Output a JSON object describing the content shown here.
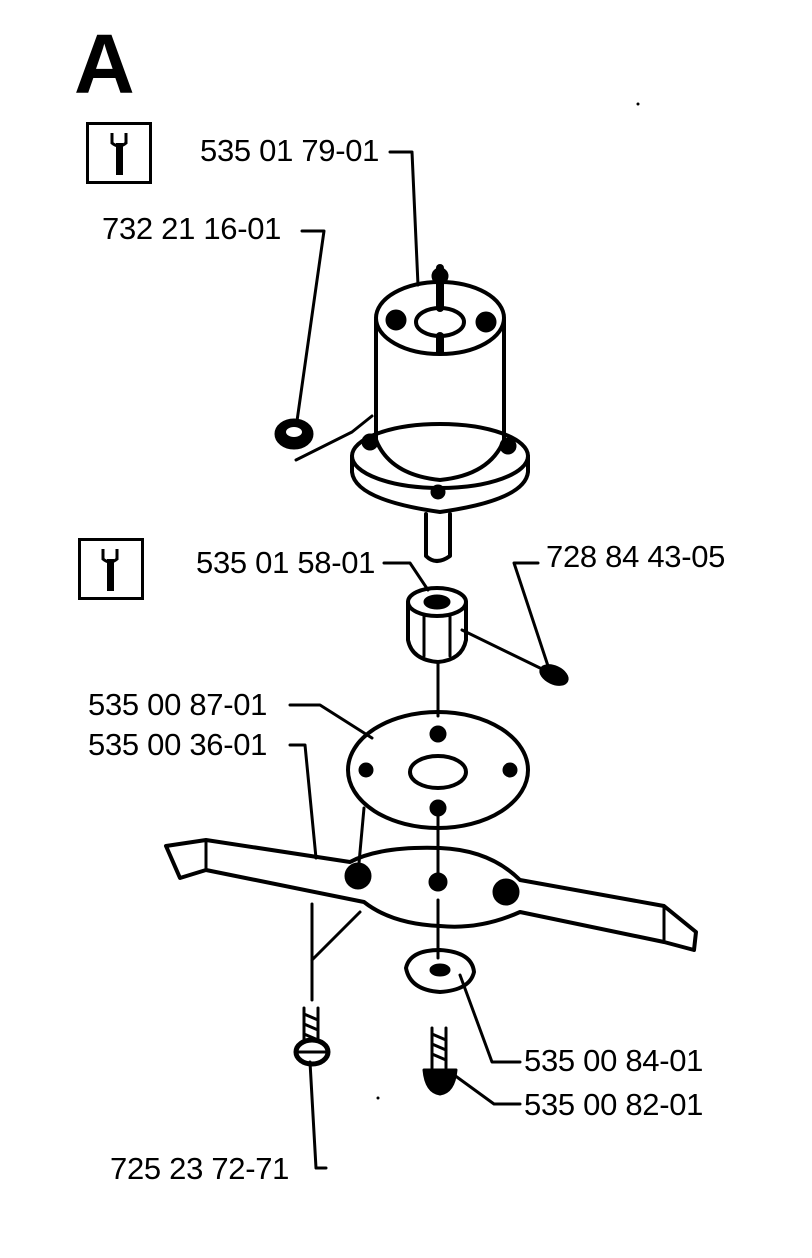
{
  "heading": "A",
  "tool_icon": "wrench-icon",
  "labels": {
    "motor": "535 01 79-01",
    "motor_screw": "732 21 16-01",
    "hub": "535 01 58-01",
    "hub_screw": "728 84 43-05",
    "disc": "535 00 87-01",
    "blade": "535 00 36-01",
    "washer": "535 00 84-01",
    "center_screw": "535 00 82-01",
    "blade_screw": "725 23 72-71"
  },
  "colors": {
    "ink": "#000000",
    "paper": "#ffffff"
  }
}
